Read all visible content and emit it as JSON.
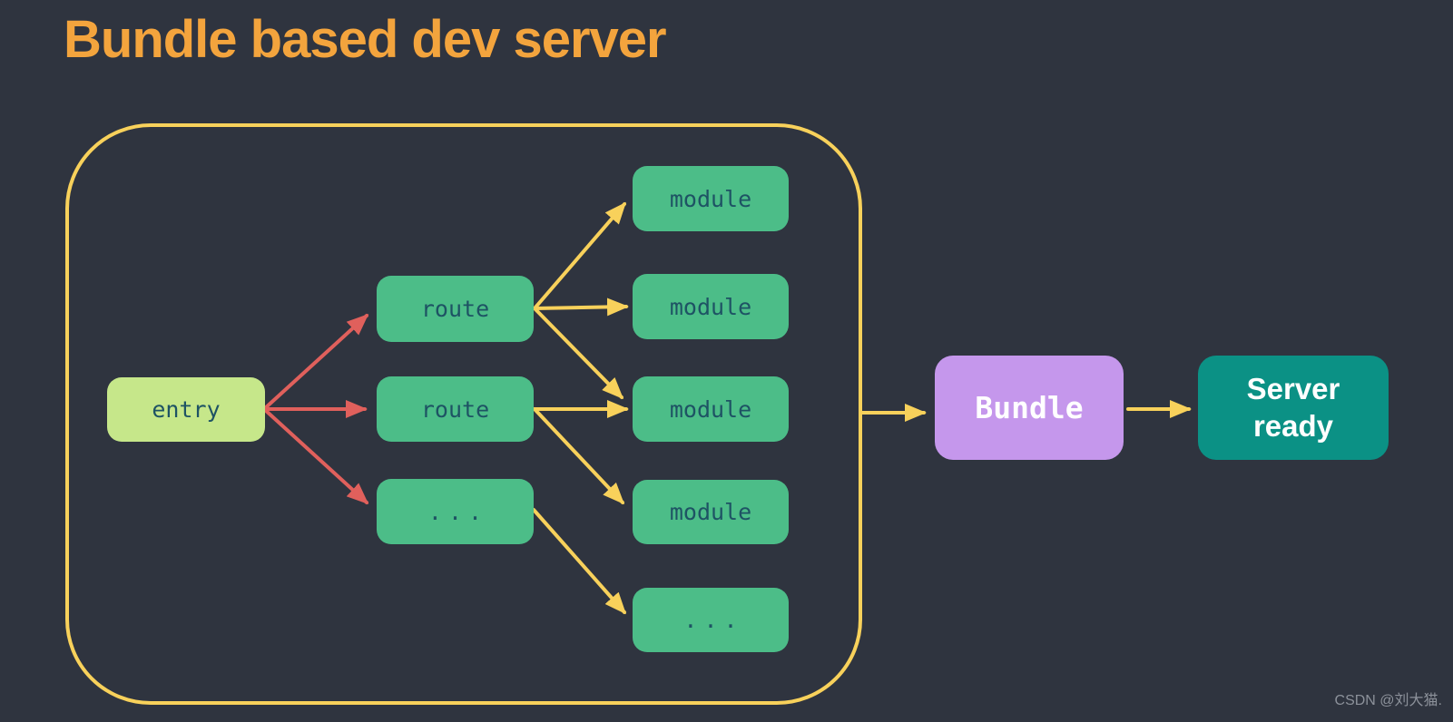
{
  "title": "Bundle based dev server",
  "watermark": "CSDN @刘大猫.",
  "nodes": {
    "entry": {
      "label": "entry",
      "color": "#c6e78a"
    },
    "route1": {
      "label": "route",
      "color": "#4cbd88"
    },
    "route2": {
      "label": "route",
      "color": "#4cbd88"
    },
    "routeMore": {
      "label": "...",
      "color": "#4cbd88"
    },
    "module1": {
      "label": "module",
      "color": "#4cbd88"
    },
    "module2": {
      "label": "module",
      "color": "#4cbd88"
    },
    "module3": {
      "label": "module",
      "color": "#4cbd88"
    },
    "module4": {
      "label": "module",
      "color": "#4cbd88"
    },
    "moduleMore": {
      "label": "...",
      "color": "#4cbd88"
    },
    "bundle": {
      "label": "Bundle",
      "color": "#c597ec"
    },
    "server": {
      "label": "Server ready",
      "color": "#0b9185"
    }
  },
  "edges": [
    {
      "from": "entry",
      "to": "route1",
      "color": "red"
    },
    {
      "from": "entry",
      "to": "route2",
      "color": "red"
    },
    {
      "from": "entry",
      "to": "routeMore",
      "color": "red"
    },
    {
      "from": "route1",
      "to": "module1",
      "color": "yellow"
    },
    {
      "from": "route1",
      "to": "module2",
      "color": "yellow"
    },
    {
      "from": "route1",
      "to": "module3",
      "color": "yellow"
    },
    {
      "from": "route2",
      "to": "module3",
      "color": "yellow"
    },
    {
      "from": "route2",
      "to": "module4",
      "color": "yellow"
    },
    {
      "from": "routeMore",
      "to": "moduleMore",
      "color": "yellow"
    },
    {
      "from": "container",
      "to": "bundle",
      "color": "yellow"
    },
    {
      "from": "bundle",
      "to": "server",
      "color": "yellow"
    }
  ],
  "colors": {
    "background": "#2f343f",
    "title": "#f3a43d",
    "container_border": "#f8d15b",
    "arrow_yellow": "#f8d15b",
    "arrow_red": "#e0605c",
    "node_green": "#4cbd88",
    "node_entry": "#c6e78a",
    "node_text": "#1e5364",
    "bundle_purple": "#c597ec",
    "server_teal": "#0b9185",
    "node_light_text": "#ffffff",
    "watermark": "#8c919a"
  }
}
